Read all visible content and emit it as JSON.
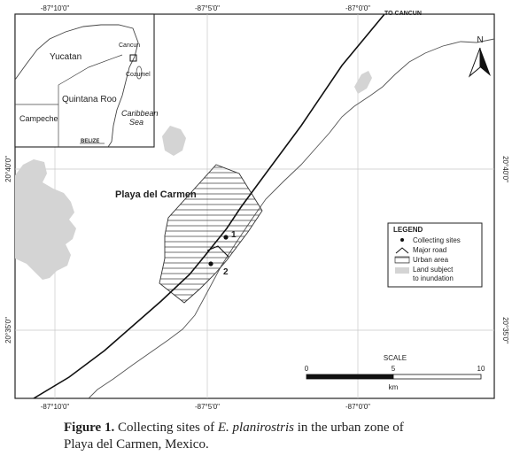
{
  "coordinates": {
    "top": [
      "-87°10'0\"",
      "-87°5'0\"",
      "-87°0'0\""
    ],
    "bottom": [
      "-87°10'0\"",
      "-87°5'0\"",
      "-87°0'0\""
    ],
    "left": [
      "20°40'0\"",
      "20°35'0\""
    ],
    "right": [
      "20°40'0\"",
      "20°35'0\""
    ]
  },
  "road_label": "TO CANCUN",
  "city_label": "Playa del Carmen",
  "sites": [
    "1",
    "2"
  ],
  "inset": {
    "labels": {
      "yucatan": "Yucatan",
      "cancun": "Cancun",
      "cozumel": "Cozumel",
      "quintana_roo": "Quintana Roo",
      "caribbean": "Caribbean",
      "sea": "Sea",
      "campeche": "Campeche",
      "belize": "BELIZE"
    }
  },
  "north_label": "N",
  "legend": {
    "title": "LEGEND",
    "items": {
      "sites": "Collecting sites",
      "road": "Major road",
      "urban": "Urban area",
      "inundation_1": "Land subject",
      "inundation_2": "to inundation"
    }
  },
  "scale": {
    "title": "SCALE",
    "ticks": [
      "0",
      "5",
      "10"
    ],
    "unit": "km"
  },
  "caption": {
    "figure": "Figure 1.",
    "text_a": "Collecting sites of",
    "species": "E. planirostris",
    "text_b": "in the urban zone of",
    "line2": "Playa del Carmen, Mexico."
  },
  "colors": {
    "inundation": "#d4d4d4",
    "frame": "#222222",
    "grid": "#c8c8c8"
  }
}
